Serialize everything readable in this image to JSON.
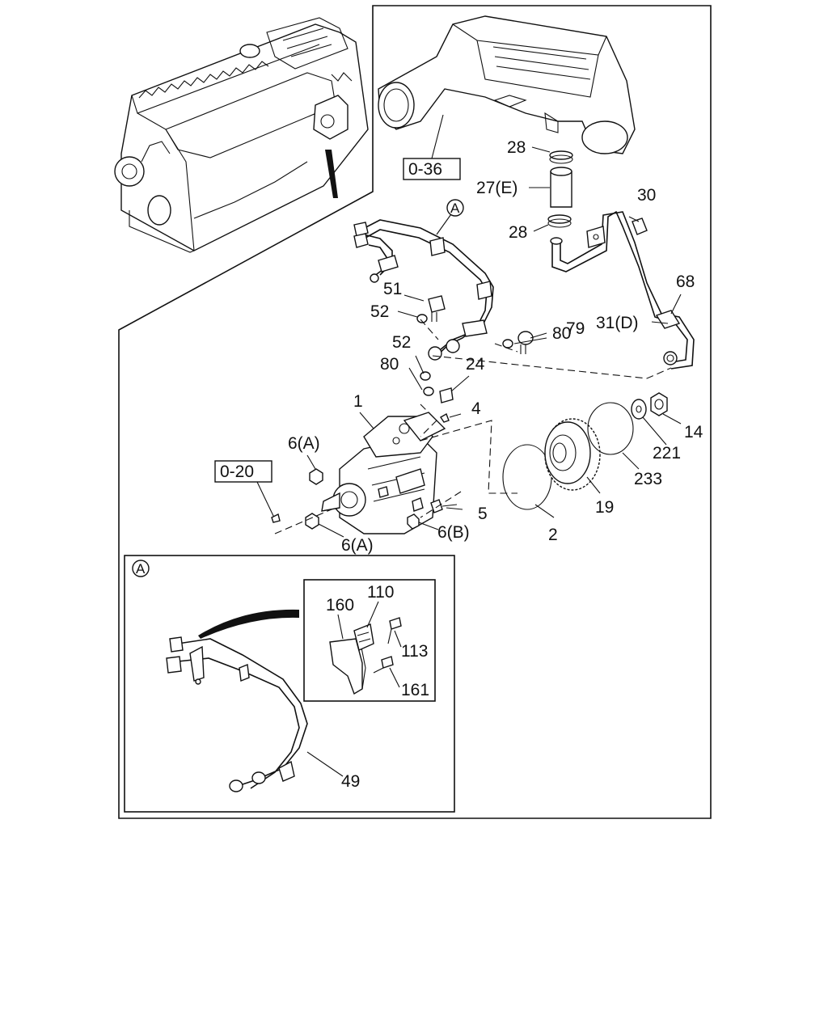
{
  "ref_boxes": {
    "ref_036": "0-36",
    "ref_020": "0-20"
  },
  "detail_marker": "A",
  "callouts": {
    "c28a": "28",
    "c27e": "27(E)",
    "c28b": "28",
    "c30": "30",
    "c68": "68",
    "c31d": "31(D)",
    "c51": "51",
    "c52a": "52",
    "c52b": "52",
    "c79": "79",
    "c80a": "80",
    "c80b": "80",
    "c24": "24",
    "c1": "1",
    "c4": "4",
    "c6a1": "6(A)",
    "c6a2": "6(A)",
    "c6b": "6(B)",
    "c5": "5",
    "c2": "2",
    "c19": "19",
    "c233": "233",
    "c221": "221",
    "c14": "14"
  },
  "detail_callouts": {
    "c160": "160",
    "c110": "110",
    "c113": "113",
    "c161": "161",
    "c49": "49"
  }
}
